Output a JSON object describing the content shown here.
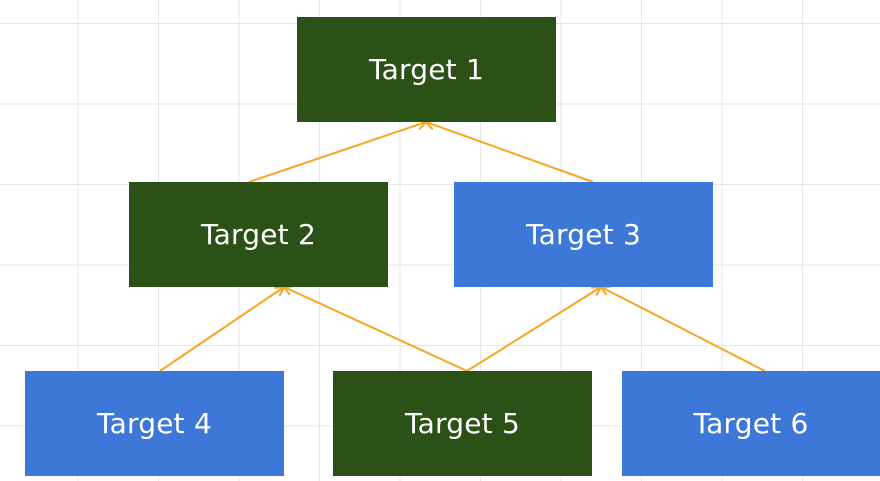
{
  "colors": {
    "dark_green": "#2b5116",
    "blue": "#3d78d8",
    "arrow": "#f5a623",
    "grid": "#e6e6e6"
  },
  "nodes": [
    {
      "id": "t1",
      "label": "Target 1",
      "color": "dark_green"
    },
    {
      "id": "t2",
      "label": "Target 2",
      "color": "dark_green"
    },
    {
      "id": "t3",
      "label": "Target 3",
      "color": "blue"
    },
    {
      "id": "t4",
      "label": "Target 4",
      "color": "blue"
    },
    {
      "id": "t5",
      "label": "Target 5",
      "color": "dark_green"
    },
    {
      "id": "t6",
      "label": "Target 6",
      "color": "blue"
    }
  ],
  "edges": [
    {
      "from": "t2",
      "to": "t1"
    },
    {
      "from": "t3",
      "to": "t1"
    },
    {
      "from": "t4",
      "to": "t2"
    },
    {
      "from": "t5",
      "to": "t2"
    },
    {
      "from": "t5",
      "to": "t3"
    },
    {
      "from": "t6",
      "to": "t3"
    }
  ]
}
